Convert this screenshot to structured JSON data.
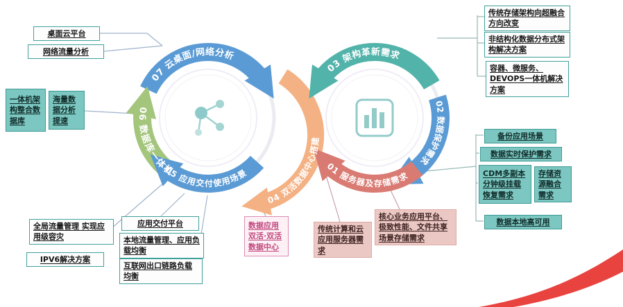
{
  "arcs": {
    "a07": {
      "label": "07 云桌面/网络分析",
      "color": "#5b9bd5"
    },
    "a06": {
      "label": "06 数据库一体机",
      "color": "#a4c57c"
    },
    "a05": {
      "label": "05 应用交付使用场景",
      "color": "#5b9bd5"
    },
    "a04": {
      "label": "04 双活数据中心搭建",
      "color": "#f4b183"
    },
    "a03": {
      "label": "03 架构革新需求",
      "color": "#52b3aa"
    },
    "a02": {
      "label": "02 数据保护需求",
      "color": "#5b9bd5"
    },
    "a01": {
      "label": "01 服务器及存储需求",
      "color": "#d97b73"
    }
  },
  "boxes": {
    "desktop_cloud": "桌面云平台",
    "network_traffic": "网络流量分析",
    "appliance_db": "一体机架构整合数据库",
    "mass_data": "海量数据分析提速",
    "global_traffic": "全局流量管理 实现应用级容灾",
    "ipv6": "IPV6解决方案",
    "app_delivery": "应用交付平台",
    "local_traffic": "本地流量管理、应用负载均衡",
    "internet_link": "互联网出口链路负载均衡",
    "dual_active": "数据应用双活·双活数据中心",
    "traditional_compute": "传统计算和云应用服务器需求",
    "core_business": "核心业务应用平台、极致性能、文件共享场景存储需求",
    "storage_hci": "传统存储架构向超融合方向改变",
    "unstructured": "非结构化数据分布式架构解决方案",
    "container": "容器、微服务、DEVOPS一体机解决方案",
    "backup": "备份应用场景",
    "realtime_protect": "数据实时保护需求",
    "cdm": "CDM多副本分钟级挂载恢复需求",
    "storage_fusion": "存储资源融合需求",
    "local_ha": "数据本地高可用"
  },
  "colors": {
    "teal_fill": "#7cc7c1",
    "teal_border": "#3fa09a",
    "pink_fill": "#ecc8c4",
    "pink_text": "#c2487e",
    "swoosh_red": "#e8433f",
    "connector_blue": "#9fb3cb",
    "connector_teal": "#94b7b4"
  }
}
